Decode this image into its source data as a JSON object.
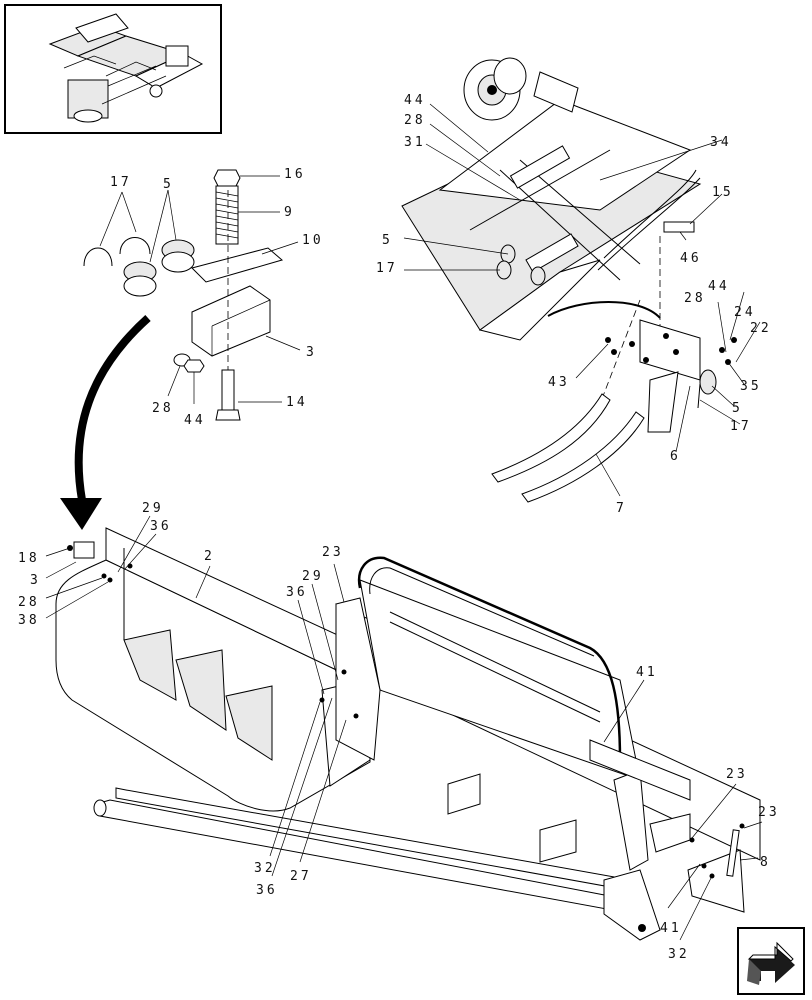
{
  "diagram": {
    "callouts": {
      "c17a": "17",
      "c5a": "5",
      "c16": "16",
      "c9": "9",
      "c10": "10",
      "c3a": "3",
      "c28a": "28",
      "c44a": "44",
      "c14": "14",
      "c44b": "44",
      "c28b": "28",
      "c31": "31",
      "c34": "34",
      "c15": "15",
      "c5b": "5",
      "c17b": "17",
      "c46": "46",
      "c28c": "28",
      "c44c": "44",
      "c24": "24",
      "c22": "22",
      "c43": "43",
      "c35": "35",
      "c5c": "5",
      "c17c": "17",
      "c6": "6",
      "c7": "7",
      "c29a": "29",
      "c36a": "36",
      "c2": "2",
      "c18": "18",
      "c3b": "3",
      "c28d": "28",
      "c38": "38",
      "c23a": "23",
      "c29b": "29",
      "c36b": "36",
      "c41a": "41",
      "c23b": "23",
      "c23c": "23",
      "c8": "8",
      "c32a": "32",
      "c36c": "36",
      "c27": "27",
      "c41b": "41",
      "c32b": "32"
    }
  },
  "navigation": {
    "icon": "next-page-arrow-icon"
  }
}
